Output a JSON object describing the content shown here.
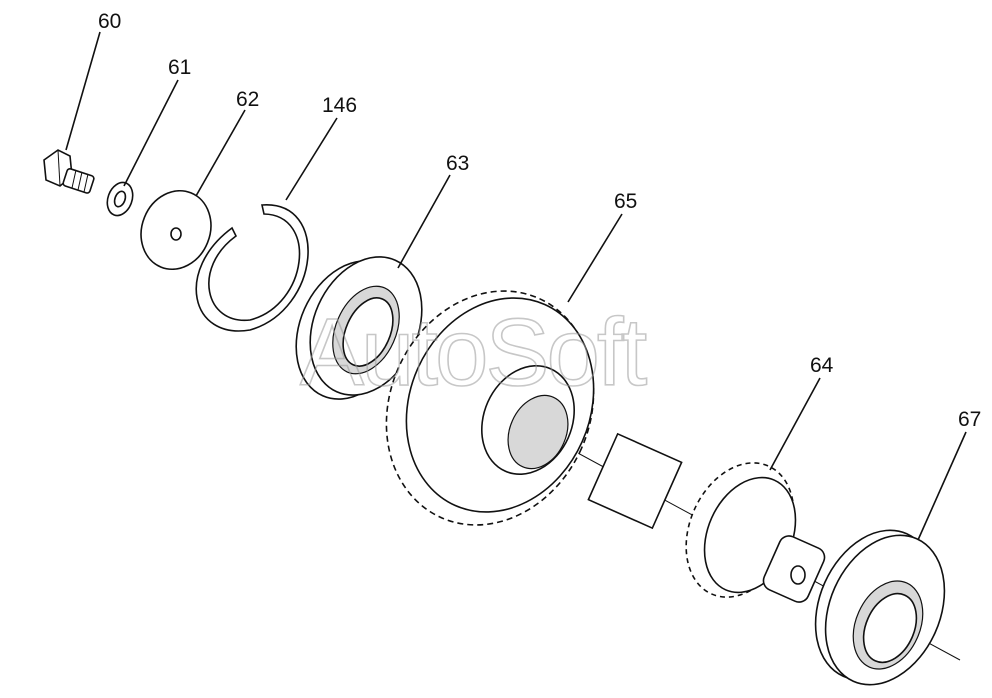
{
  "watermark": "AutoSoft",
  "callouts": [
    {
      "id": "60",
      "label": "60"
    },
    {
      "id": "61",
      "label": "61"
    },
    {
      "id": "62",
      "label": "62"
    },
    {
      "id": "146",
      "label": "146"
    },
    {
      "id": "63",
      "label": "63"
    },
    {
      "id": "65",
      "label": "65"
    },
    {
      "id": "64",
      "label": "64"
    },
    {
      "id": "67",
      "label": "67"
    }
  ]
}
